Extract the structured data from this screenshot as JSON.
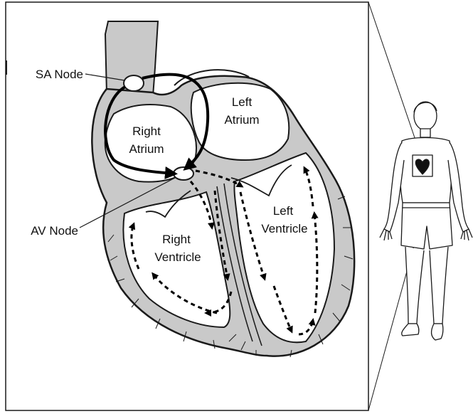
{
  "labels": {
    "sa_node": "SA Node",
    "av_node": "AV Node",
    "left_atrium_1": "Left",
    "left_atrium_2": "Atrium",
    "right_atrium_1": "Right",
    "right_atrium_2": "Atrium",
    "left_ventricle_1": "Left",
    "left_ventricle_2": "Ventricle",
    "right_ventricle_1": "Right",
    "right_ventricle_2": "Ventricle"
  },
  "colors": {
    "tissue": "#c9c9c9",
    "chamber": "#ffffff",
    "outline": "#1a1a1a",
    "signal": "#000000"
  },
  "icons": {
    "figure": "human-figure-icon",
    "heart": "heart-icon"
  }
}
